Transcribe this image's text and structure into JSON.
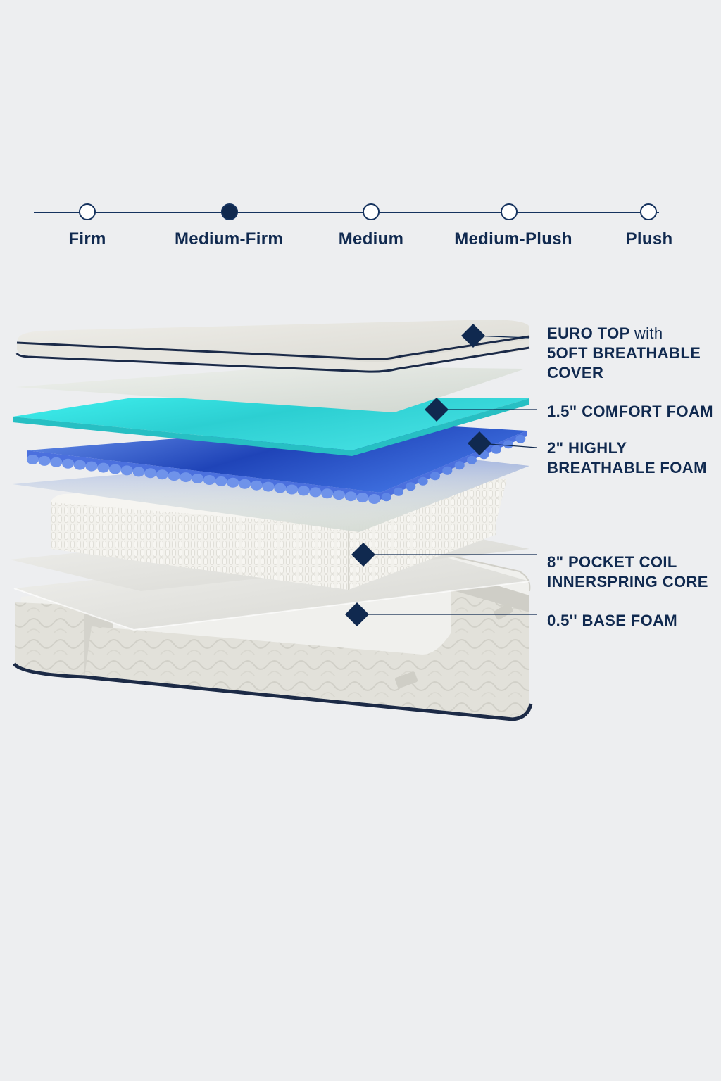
{
  "firmness_scale": {
    "options": [
      {
        "label": "Firm",
        "selected": false
      },
      {
        "label": "Medium-Firm",
        "selected": true
      },
      {
        "label": "Medium",
        "selected": false
      },
      {
        "label": "Medium-Plush",
        "selected": false
      },
      {
        "label": "Plush",
        "selected": false
      }
    ]
  },
  "layers": {
    "euro_top": {
      "line1_bold": "EURO TOP",
      "line1_light": "with",
      "line2": "5OFT BREATHABLE",
      "line3": "COVER"
    },
    "comfort_foam": {
      "line1": "1.5\" COMFORT FOAM"
    },
    "breathable_foam": {
      "line1": "2\" HIGHLY",
      "line2": "BREATHABLE FOAM"
    },
    "pocket_coil": {
      "line1": "8\" POCKET COIL",
      "line2": "INNERSPRING CORE"
    },
    "base_foam": {
      "line1": "0.5'' BASE FOAM"
    }
  },
  "colors": {
    "navy": "#10294f",
    "comfort_foam": "#3fd3d3",
    "breathable_foam": "#2f59d6",
    "fabric": "#e4e3dd",
    "background": "#edeef0"
  }
}
